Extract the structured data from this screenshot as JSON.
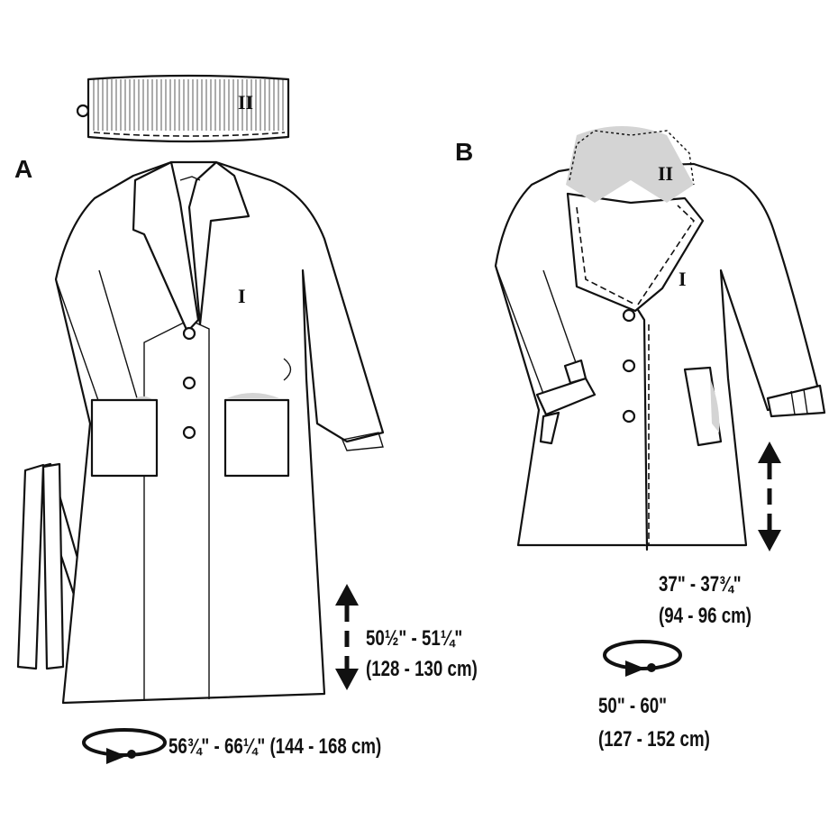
{
  "view_a": {
    "label": "A",
    "collar_piece": "II",
    "body_piece": "I",
    "length_imperial": "50½\" - 51¼\"",
    "length_metric": "(128 - 130 cm)",
    "width_range": "56¾\" - 66¼\" (144 - 168 cm)"
  },
  "view_b": {
    "label": "B",
    "collar_piece": "II",
    "body_piece": "I",
    "length_imperial": "37\" - 37¾\"",
    "length_metric": "(94 - 96 cm)",
    "width_imperial": "50\" - 60\"",
    "width_metric": "(127 - 152 cm)"
  }
}
